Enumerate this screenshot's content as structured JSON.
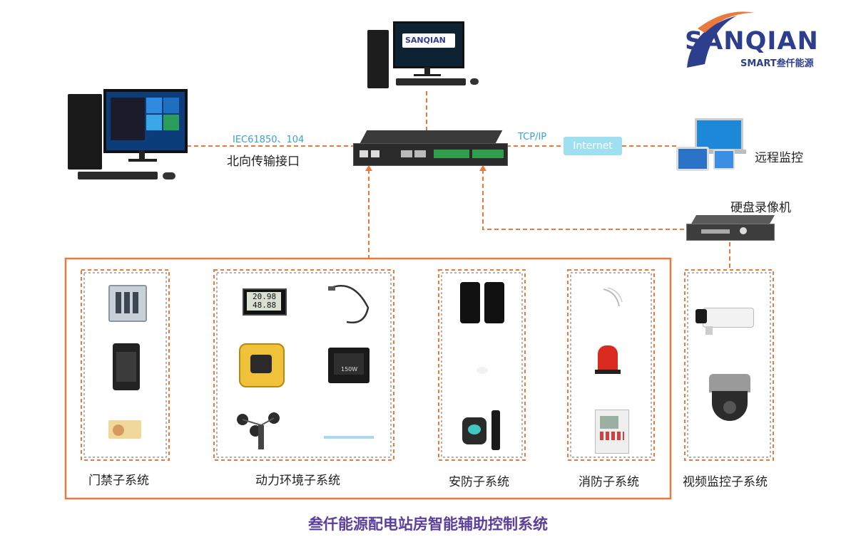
{
  "logo": {
    "brand": "SANQIAN",
    "tagline": "SMART叁仟能源"
  },
  "monitor_logo": "SANQIAN",
  "links": {
    "northbound_protocol": "IEC61850、104",
    "northbound_label": "北向传输接口",
    "tcp_label": "TCP/IP",
    "internet_label": "Internet"
  },
  "remote": {
    "label": "远程监控"
  },
  "nvr": {
    "label": "硬盘录像机"
  },
  "subsystems": [
    {
      "label": "门禁子系统"
    },
    {
      "label": "动力环境子系统"
    },
    {
      "label": "安防子系统"
    },
    {
      "label": "消防子系统"
    },
    {
      "label": "视频监控子系统"
    }
  ],
  "devices": {
    "thermo_reading_top": "20.98",
    "thermo_reading_bottom": "48.88",
    "floodlight_text": "150W"
  },
  "title": "叁仟能源配电站房智能辅助控制系统",
  "colors": {
    "accent_orange": "#ea7a3c",
    "title_purple": "#5b3fa0",
    "link_blue": "#3aa0d8",
    "internet_bg": "#9fe0f0"
  }
}
